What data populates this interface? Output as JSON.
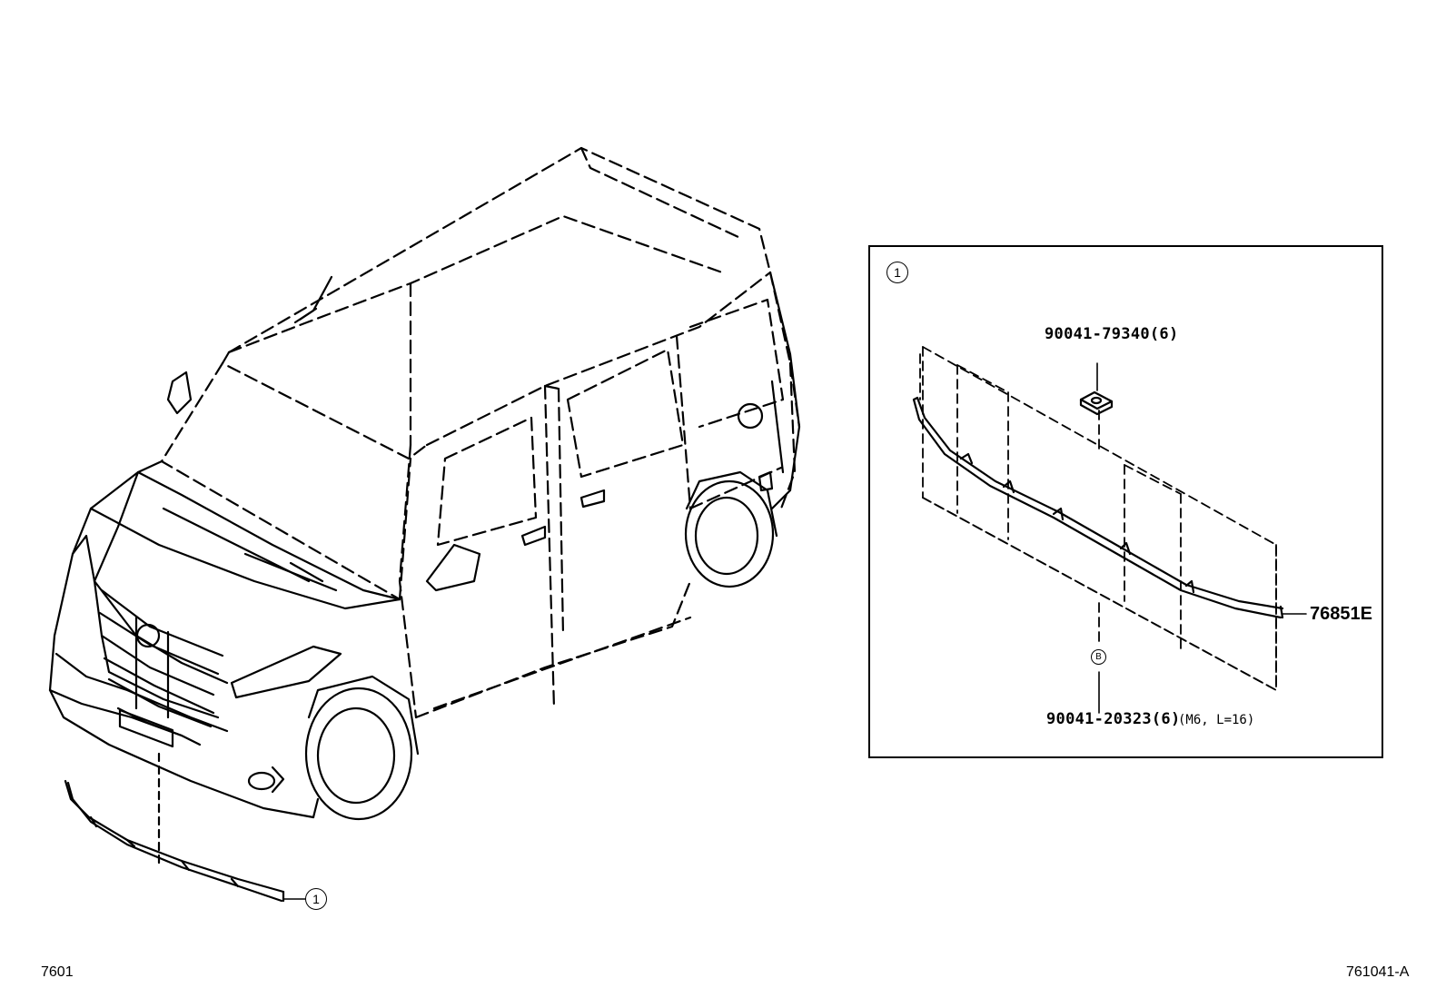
{
  "callouts": {
    "main_ref": "1",
    "detail_ref": "1",
    "bolt_ref": "B"
  },
  "parts": {
    "nut": "90041-79340(6)",
    "molding": "76851E",
    "bolt_number": "90041-20323(6)",
    "bolt_spec": "(M6, L=16)"
  },
  "footer": {
    "page_code": "7601",
    "illustration_code": "761041-A"
  },
  "colors": {
    "line": "#000000",
    "background": "#ffffff"
  }
}
